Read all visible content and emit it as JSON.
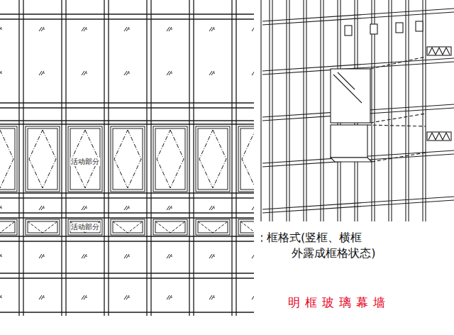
{
  "diagram": {
    "caption": "明框玻璃幕墙",
    "labels": [
      "活动部分",
      "活动部分",
      "框格式(竖框、横框 外露成框格状态)"
    ]
  }
}
